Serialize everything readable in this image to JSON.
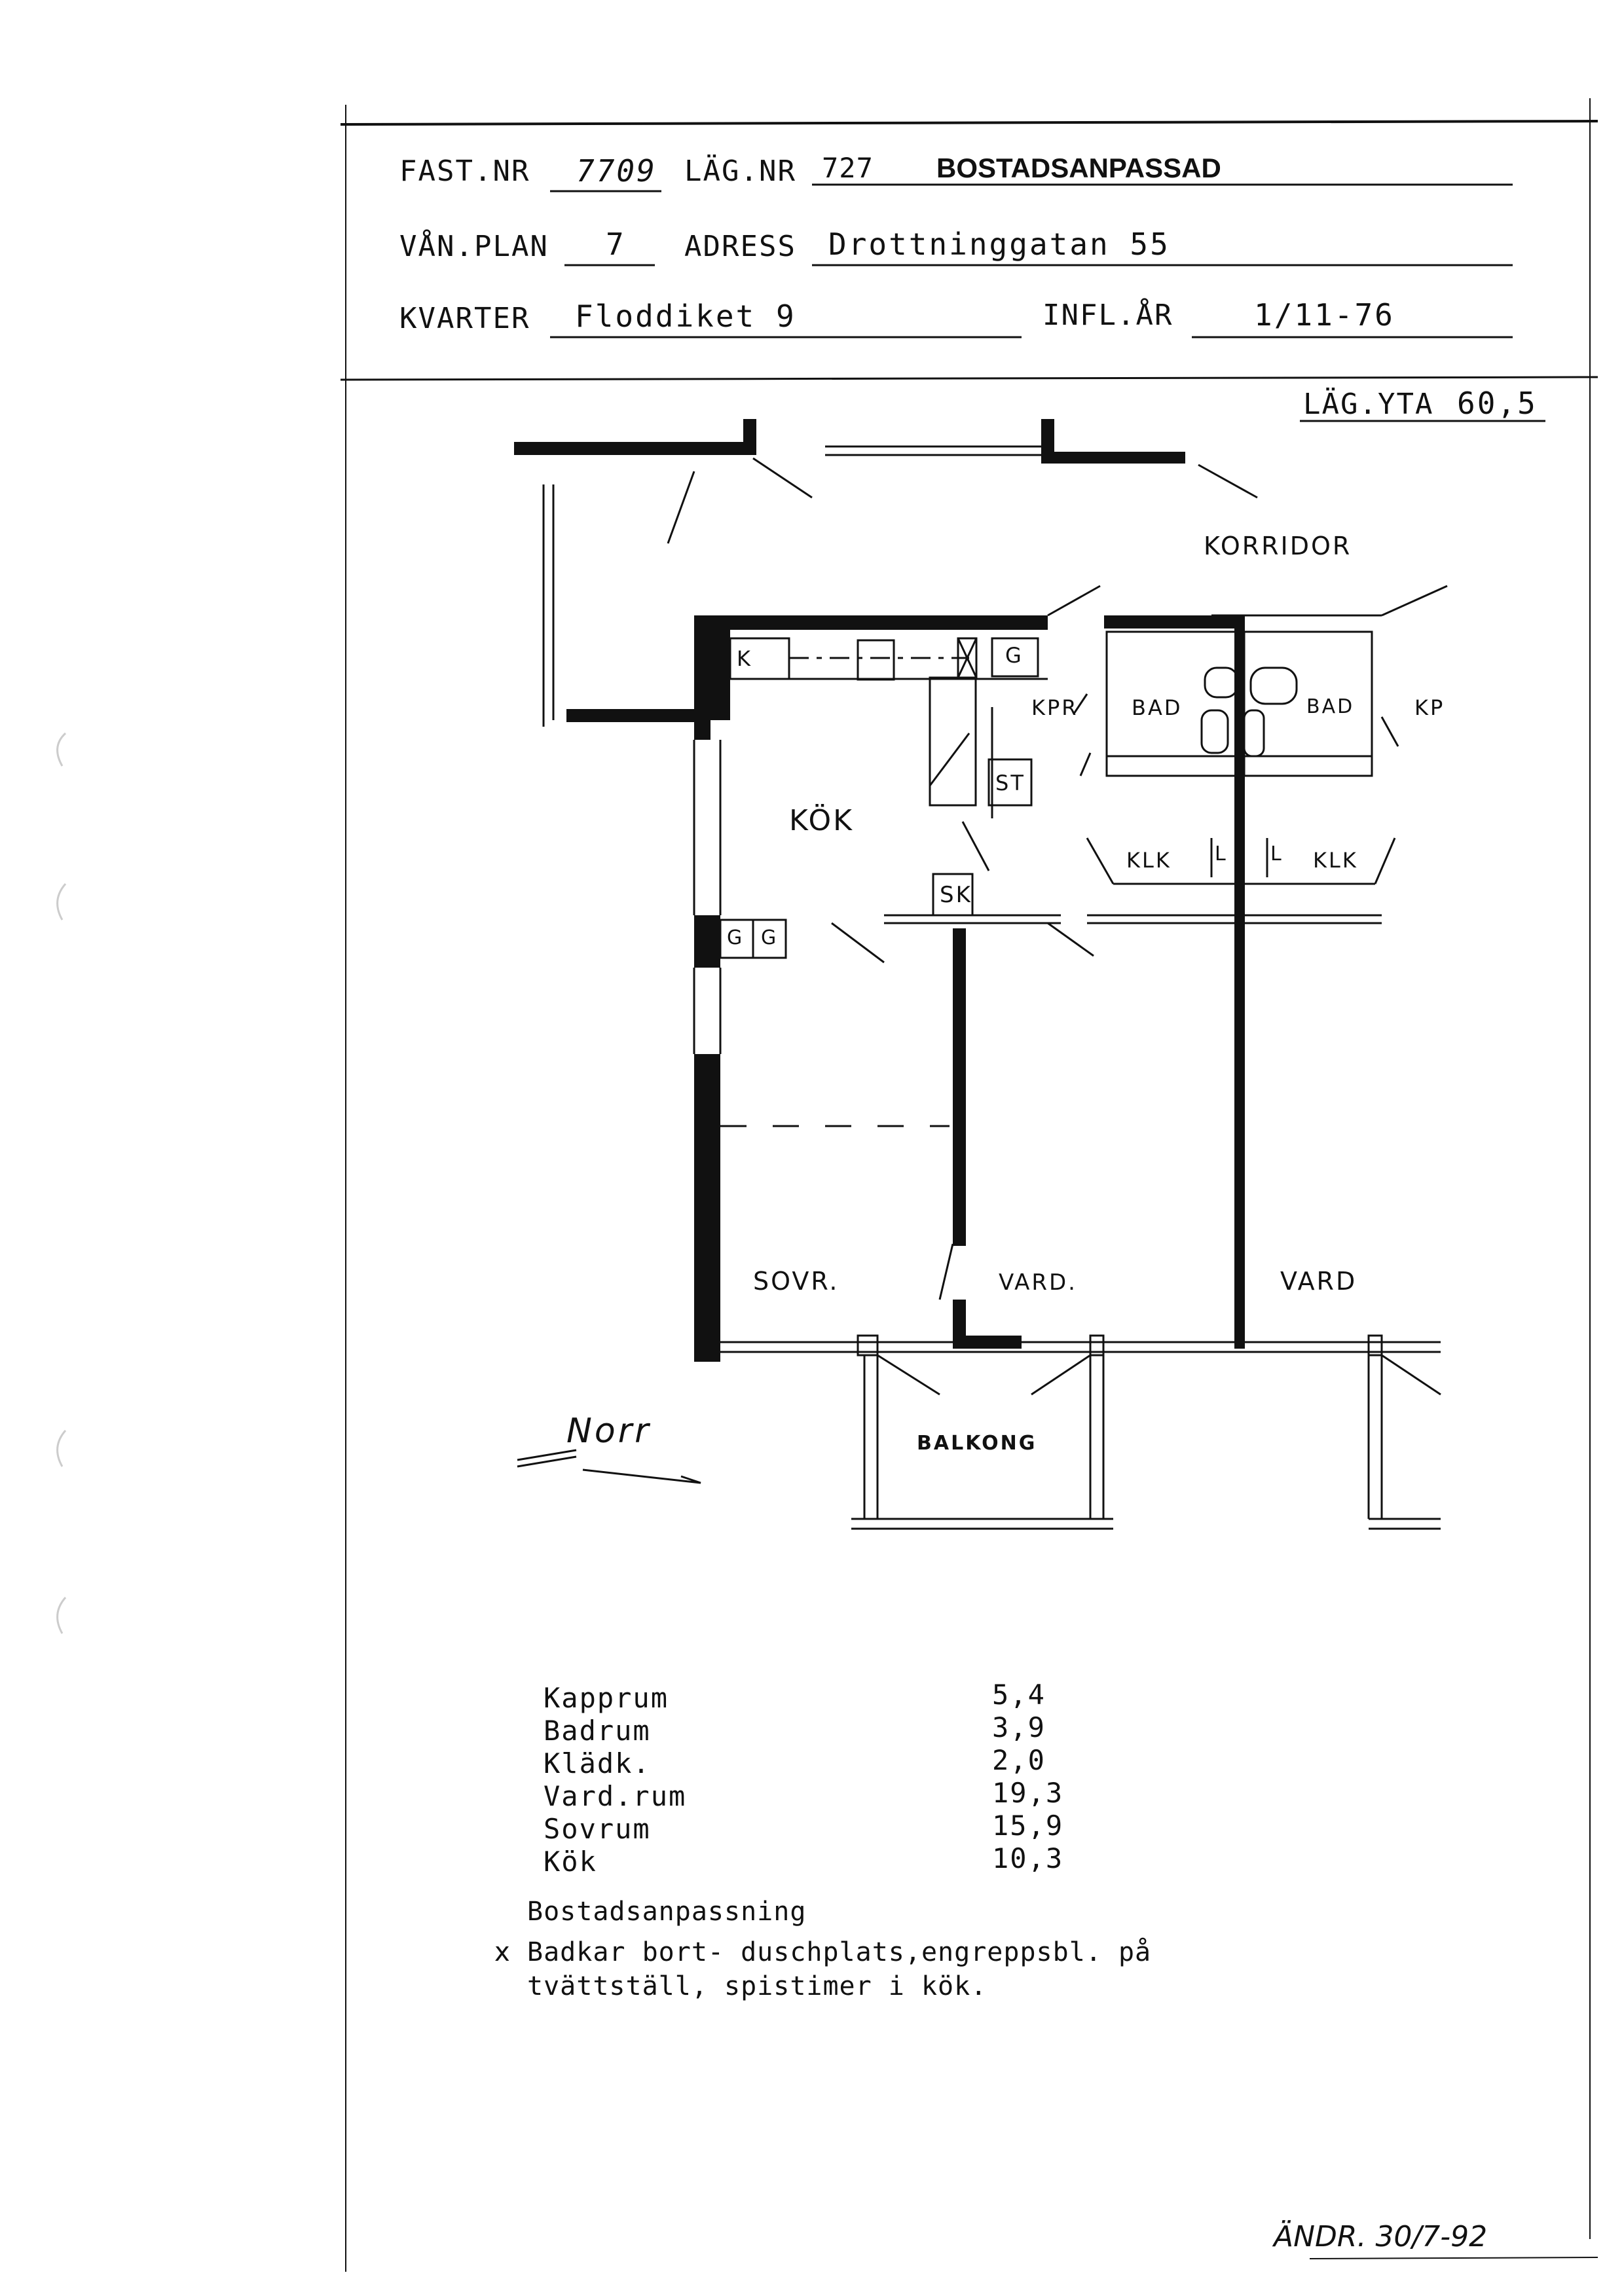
{
  "header": {
    "fast_nr_label": "FAST.NR",
    "fast_nr_value": "7709",
    "lag_nr_label": "LÄG.NR",
    "lag_nr_value": "727",
    "type_value": "BOSTADSANPASSAD",
    "van_plan_label": "VÅN.PLAN",
    "van_plan_value": "7",
    "adress_label": "ADRESS",
    "adress_value": "Drottninggatan 55",
    "kvarter_label": "KVARTER",
    "kvarter_value": "Floddiket 9",
    "infl_ar_label": "INFL.ÅR",
    "infl_ar_value": "1/11-76"
  },
  "lag_yta": {
    "label": "LÄG.YTA",
    "value": "60,5"
  },
  "plan": {
    "korridor": "KORRIDOR",
    "kok": "KÖK",
    "k": "K",
    "g": "G",
    "kpr": "KPR",
    "st": "ST",
    "sk": "SK",
    "bad_left": "BAD",
    "bad_right": "BAD",
    "kp_right": "KP",
    "klk_left": "KLK",
    "klk_right": "KLK",
    "l": "L",
    "sovr": "SOVR.",
    "vard_left": "VARD.",
    "vard_right": "VARD",
    "balkong": "BALKONG",
    "norr": "Norr"
  },
  "areas": [
    {
      "room": "Kapprum",
      "value": "5,4"
    },
    {
      "room": "Badrum",
      "value": "3,9"
    },
    {
      "room": "Klädk.",
      "value": "2,0"
    },
    {
      "room": "Vard.rum",
      "value": "19,3"
    },
    {
      "room": "Sovrum",
      "value": "15,9"
    },
    {
      "room": "Kök",
      "value": "10,3"
    }
  ],
  "notes": {
    "heading": "Bostadsanpassning",
    "mark": "x",
    "line1": "Badkar bort- duschplats,engreppsbl. på",
    "line2": "tvättställ, spistimer i kök."
  },
  "revision": "ÄNDR. 30/7-92"
}
